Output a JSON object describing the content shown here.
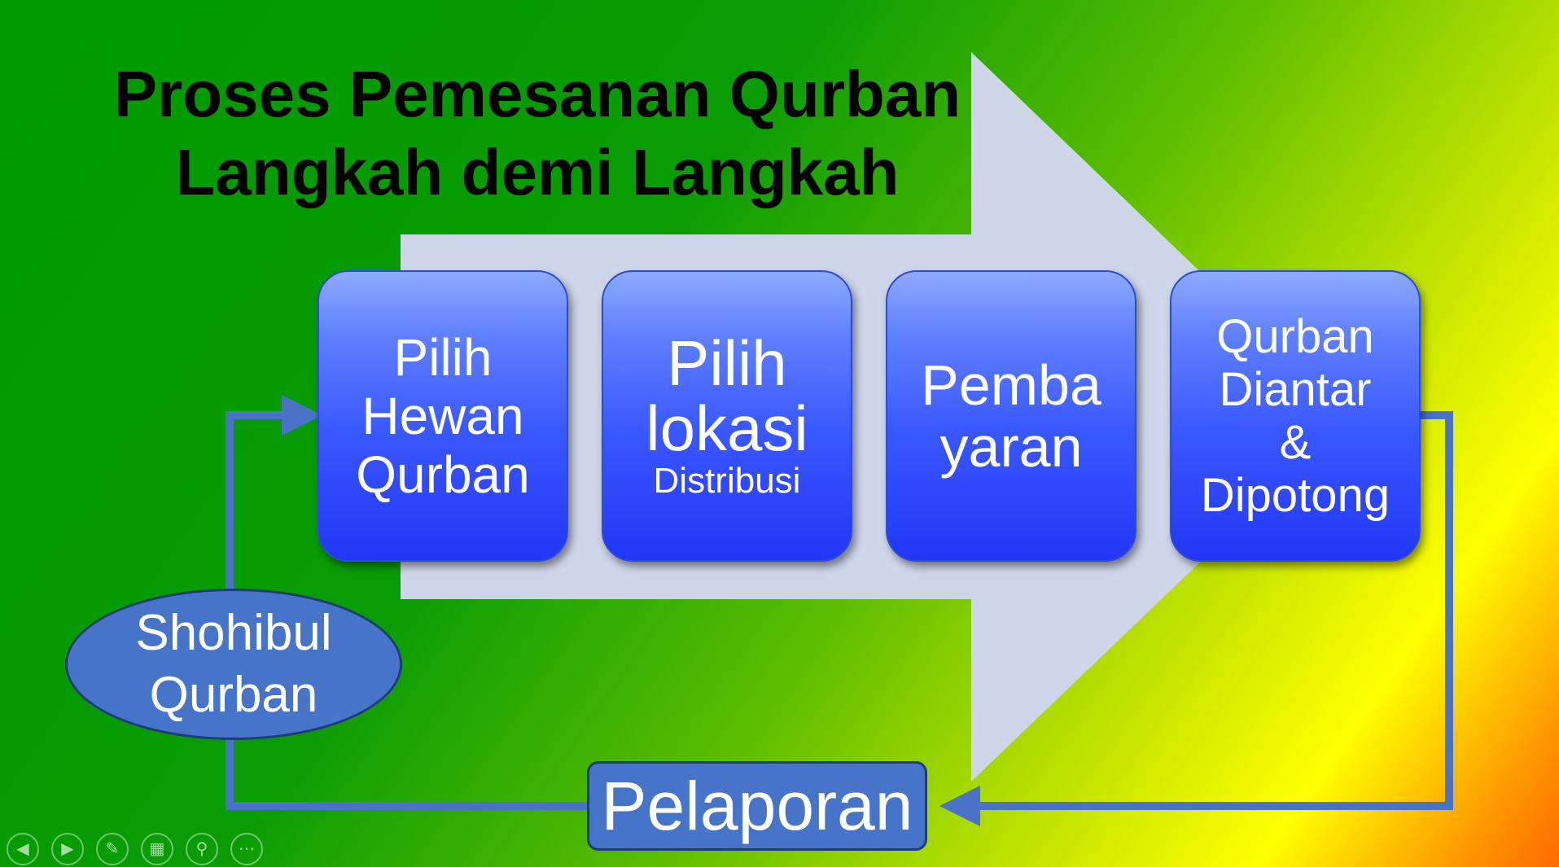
{
  "title": {
    "line1": "Proses Pemesanan Qurban",
    "line2": "Langkah demi Langkah"
  },
  "steps": [
    {
      "lines": [
        "Pilih",
        "Hewan",
        "Qurban"
      ]
    },
    {
      "lines": [
        "Pilih",
        "lokasi",
        "Distribusi"
      ]
    },
    {
      "lines": [
        "Pemba",
        "yaran"
      ]
    },
    {
      "lines": [
        "Qurban",
        "Diantar",
        "&",
        "Dipotong"
      ]
    }
  ],
  "actor": {
    "line1": "Shohibul",
    "line2": "Qurban"
  },
  "report_label": "Pelaporan",
  "colors": {
    "arrow_fill": "#cfd6ea",
    "step_fill": "#2a45ff",
    "node_fill": "#4574c8",
    "connector": "#4a72c6"
  },
  "toolbar": {
    "icons": [
      "prev-icon",
      "next-icon",
      "pen-icon",
      "slides-icon",
      "zoom-icon",
      "more-icon"
    ]
  }
}
